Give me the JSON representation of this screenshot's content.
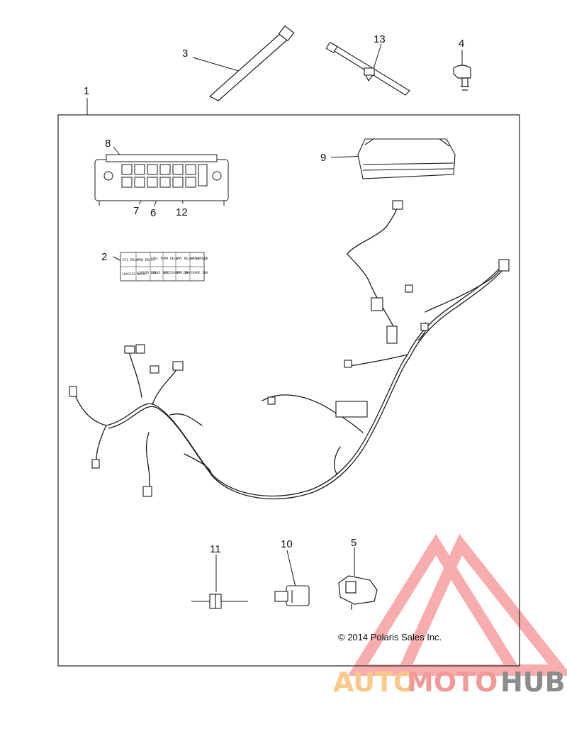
{
  "callouts": {
    "c1": "1",
    "c2": "2",
    "c3": "3",
    "c4": "4",
    "c5": "5",
    "c6": "6",
    "c7": "7",
    "c8": "8",
    "c9": "9",
    "c10": "10",
    "c11": "11",
    "c12": "12",
    "c13": "13"
  },
  "copyright": "© 2014 Polaris Sales Inc.",
  "watermark": {
    "part1": "AUTO",
    "part2": "MOTO",
    "part3": "HUB",
    "color_part1": "#f7c98a",
    "color_part2": "#f29a9a",
    "color_part3": "#8c8c8c",
    "triangle_color": "#f26b6b"
  },
  "decal": {
    "row1": [
      "EFI RELAY",
      "FAN RELAY",
      "FUEL PUMP RELAY",
      "EPS RELAY (OPT.)",
      "SPARE 10A"
    ],
    "row2": [
      "CHASSIS RELAY",
      "LIGHTS 20A",
      "DRIVE 20A",
      "ACCESSORY 20A",
      "EPS 10A",
      "SPARE 10A"
    ]
  },
  "colors": {
    "line": "#1a1a1a",
    "panel_border": "#333333"
  }
}
